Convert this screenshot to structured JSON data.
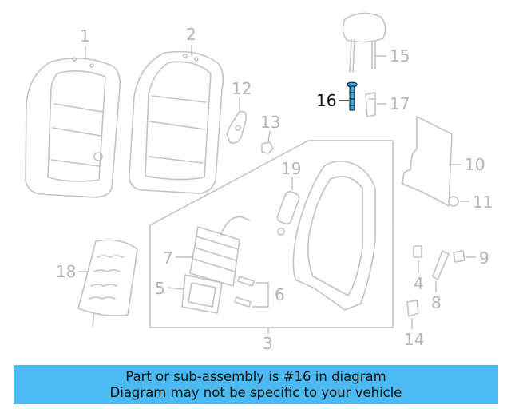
{
  "callouts": {
    "c1": "1",
    "c2": "2",
    "c3": "3",
    "c4": "4",
    "c5": "5",
    "c6": "6",
    "c7": "7",
    "c8": "8",
    "c9": "9",
    "c10": "10",
    "c11": "11",
    "c12": "12",
    "c13": "13",
    "c14": "14",
    "c15": "15",
    "c16": "16",
    "c17": "17",
    "c18": "18",
    "c19": "19"
  },
  "highlight_color": "#3aa9e0",
  "banner": {
    "line1": "Part or sub-assembly is #16 in diagram",
    "line2": "Diagram may not be specific to your vehicle",
    "background": "#4bbaf3"
  }
}
